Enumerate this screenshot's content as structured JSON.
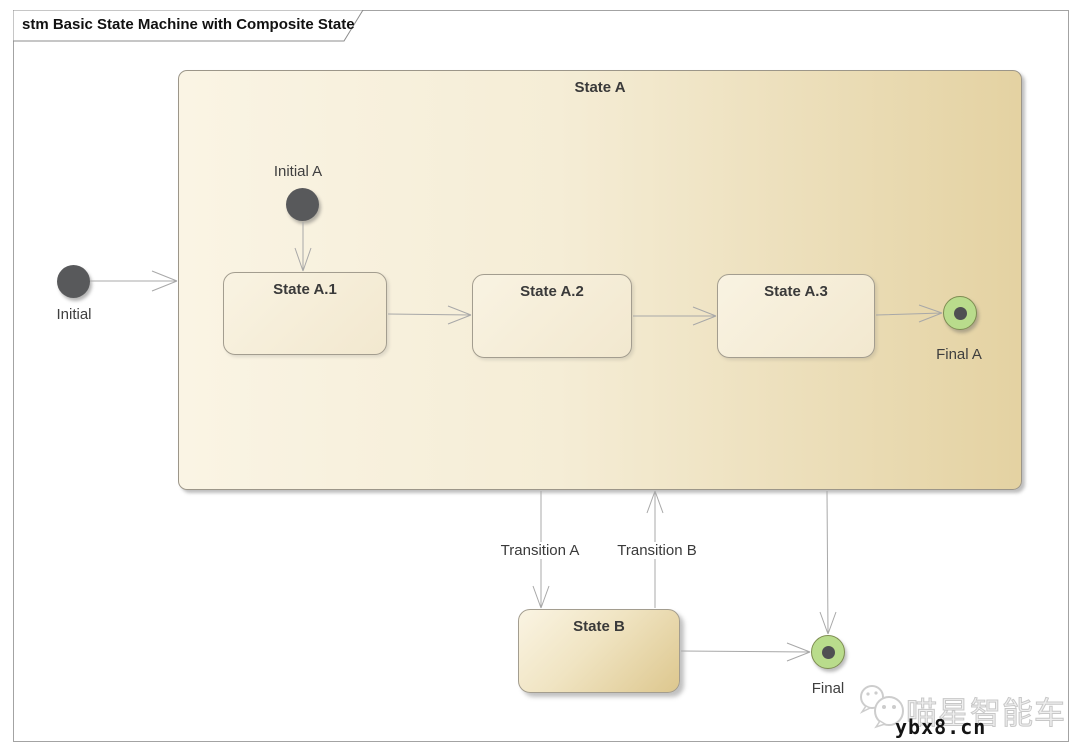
{
  "frame": {
    "title": "stm Basic State Machine with Composite State"
  },
  "composite_state": {
    "label": "State A"
  },
  "states": [
    {
      "id": "a1",
      "label": "State A.1"
    },
    {
      "id": "a2",
      "label": "State A.2"
    },
    {
      "id": "a3",
      "label": "State A.3"
    },
    {
      "id": "b",
      "label": "State B"
    }
  ],
  "pseudostates": {
    "initial": {
      "label": "Initial"
    },
    "initial_a": {
      "label": "Initial A"
    },
    "final": {
      "label": "Final"
    },
    "final_a": {
      "label": "Final A"
    }
  },
  "transitions": {
    "a": {
      "label": "Transition A"
    },
    "b": {
      "label": "Transition B"
    }
  },
  "watermark": {
    "icon": "wechat-icon",
    "brand": "喵星智能车",
    "site": "ybx8.cn"
  },
  "colors": {
    "state_fill_light": "#faf4e4",
    "state_fill_dark": "#e4d2a2",
    "state_border": "#9c9689",
    "initial_fill": "#58595b",
    "final_fill": "#b9dc8c",
    "final_border": "#7e8d52",
    "final_dot": "#4f5052",
    "connector": "#a8a8a8",
    "watermark_gray": "#c8c8c8"
  }
}
